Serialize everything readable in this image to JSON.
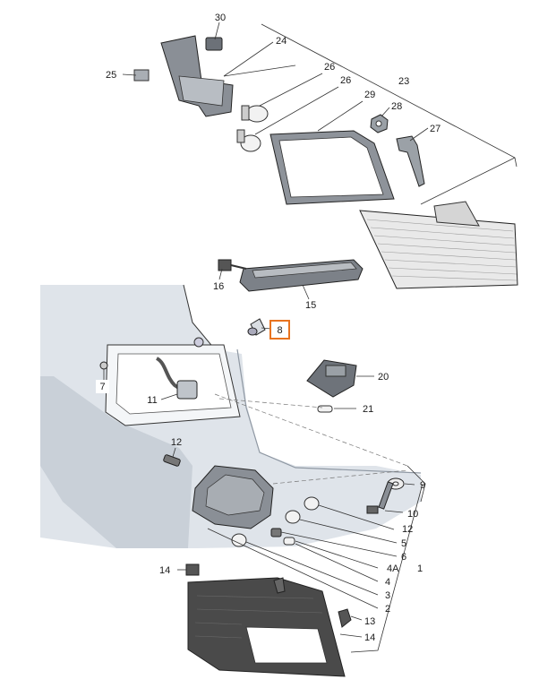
{
  "callouts": {
    "c30": "30",
    "c24": "24",
    "c25": "25",
    "c26a": "26",
    "c26b": "26",
    "c29": "29",
    "c23": "23",
    "c28": "28",
    "c27": "27",
    "c16": "16",
    "c15": "15",
    "c8": "8",
    "c7": "7",
    "c11": "11",
    "c20": "20",
    "c21": "21",
    "c12a": "12",
    "c9": "9",
    "c10": "10",
    "c12b": "12",
    "c5": "5",
    "c6": "6",
    "c4A": "4A",
    "c4": "4",
    "c3": "3",
    "c2": "2",
    "c1": "1",
    "c14a": "14",
    "c13": "13",
    "c14b": "14"
  },
  "highlight": {
    "callout": "8",
    "color": "#e8731f"
  },
  "colors": {
    "body_panel": "#dfe4ea",
    "body_shade": "#c9d0d8",
    "lens_dark": "#4a4a4a",
    "lens_light": "#e9e9e9"
  }
}
